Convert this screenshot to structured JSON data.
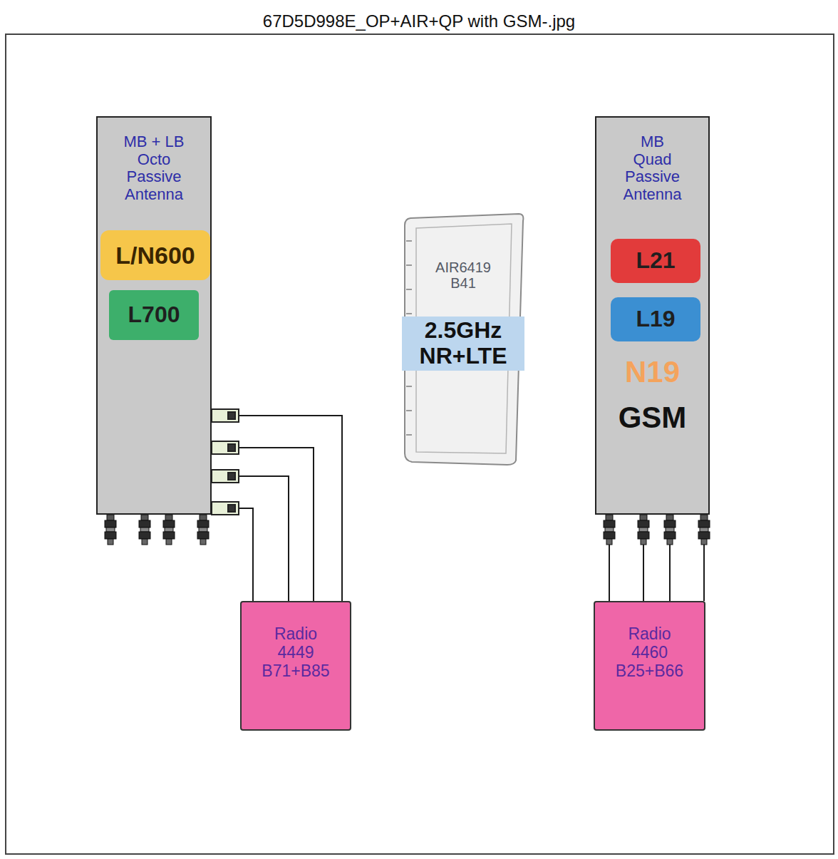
{
  "diagram": {
    "title": "67D5D998E_OP+AIR+QP with GSM-.jpg",
    "nodes": [
      {
        "text": [
          "MB + LB Octo Passive Antenna"
        ]
      },
      {
        "text": [
          "L/N600"
        ],
        "in": 0
      },
      {
        "text": [
          "L700"
        ],
        "in": 0
      },
      {
        "text": [
          "AIR6419 B41",
          "2.5GHz NR+LTE"
        ]
      },
      {
        "text": [
          "MB Quad Passive Antenna",
          "N19",
          "GSM"
        ]
      },
      {
        "text": [
          "L21"
        ],
        "in": 4
      },
      {
        "text": [
          "L19"
        ],
        "in": 4
      },
      {
        "text": [
          "Radio 4449 B71+B85"
        ]
      },
      {
        "text": [
          "Radio 4460 B25+B66"
        ]
      }
    ],
    "edges": [
      {
        "from": 7,
        "to": 0,
        "arrow": "none"
      },
      {
        "from": 7,
        "to": 0,
        "arrow": "none"
      },
      {
        "from": 7,
        "to": 0,
        "arrow": "none"
      },
      {
        "from": 7,
        "to": 0,
        "arrow": "none"
      },
      {
        "from": 8,
        "to": 4,
        "arrow": "none"
      },
      {
        "from": 8,
        "to": 4,
        "arrow": "none"
      },
      {
        "from": 8,
        "to": 4,
        "arrow": "none"
      },
      {
        "from": 8,
        "to": 4,
        "arrow": "none"
      }
    ]
  }
}
